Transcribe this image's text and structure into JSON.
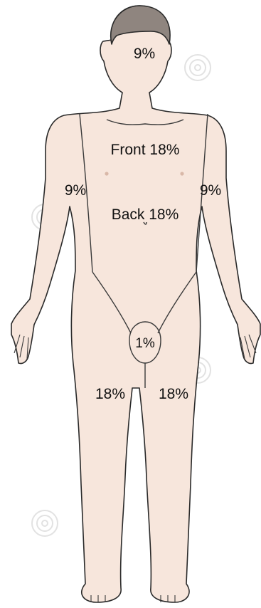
{
  "colors": {
    "skin": "#f7e6dc",
    "outline": "#2a2a2a",
    "hair": "#8f857f",
    "line": "#3a3a3a",
    "watermark": "#e2e2e2"
  },
  "labels": {
    "head": "9%",
    "trunk_front": "Front 18%",
    "left_arm": "9%",
    "right_arm": "9%",
    "trunk_back": "Back 18%",
    "perineum": "1%",
    "left_leg": "18%",
    "right_leg": "18%"
  }
}
